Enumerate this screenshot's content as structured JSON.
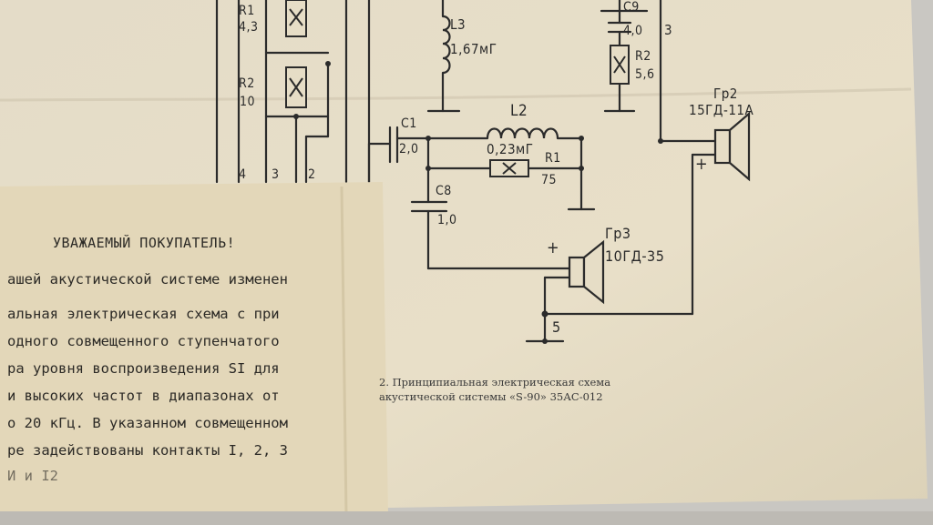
{
  "schematic": {
    "components": {
      "r1_top": {
        "ref": "R1",
        "value": "4,3"
      },
      "r2_left": {
        "ref": "R2",
        "value": "10"
      },
      "l3": {
        "ref": "L3",
        "value": "1,67мГ"
      },
      "c9": {
        "ref": "C9",
        "value": "4,0"
      },
      "r2_right": {
        "ref": "R2",
        "value": "5,6"
      },
      "c1": {
        "ref": "C1",
        "value": "2,0"
      },
      "l2": {
        "ref": "L2",
        "value": "0,23мГ"
      },
      "r1_mid": {
        "ref": "R1",
        "value": "75"
      },
      "c8": {
        "ref": "C8",
        "value": "1,0"
      },
      "gr2": {
        "ref": "Гр2",
        "value": "15ГД-11А"
      },
      "gr3": {
        "ref": "Гр3",
        "value": "10ГД-35"
      }
    },
    "terminals": [
      "4",
      "3",
      "2",
      "3",
      "5"
    ],
    "polarity": [
      "+",
      "+"
    ]
  },
  "caption": {
    "line1": "2. Принципиальная электрическая схема",
    "line2": "акустической системы «S-90» 35АС-012"
  },
  "note": {
    "title": "УВАЖАЕМЫЙ ПОКУПАТЕЛЬ!",
    "lines": [
      "ашей акустической системе изменен",
      "альная электрическая схема с при",
      "одного совмещенного ступенчатого",
      "ра уровня воспроизведения SI для",
      "и высоких частот в диапазонах от",
      "о 20 кГц. В указанном совмещенном",
      "ре задействованы контакты I, 2, 3",
      "И и I2"
    ]
  },
  "colors": {
    "paper": "#e6dcc3",
    "note_paper": "#e2d6b8",
    "ink": "#2a2a2a",
    "table": "#c9c7c2"
  }
}
